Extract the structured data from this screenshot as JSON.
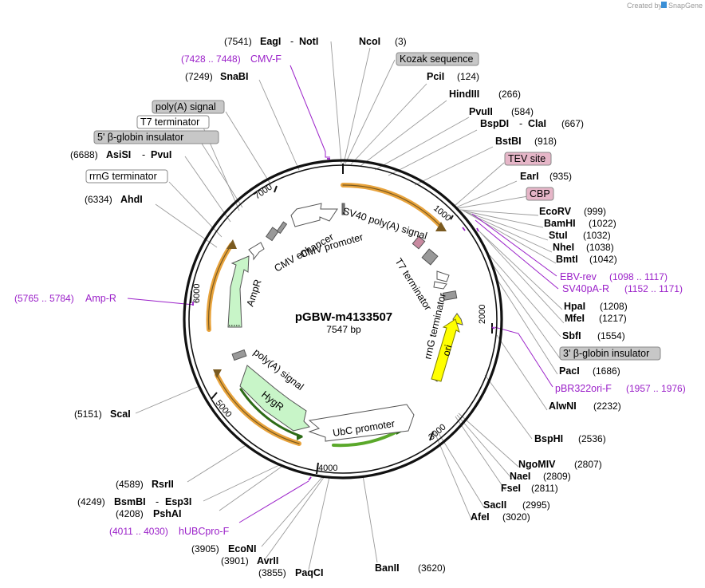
{
  "credit": {
    "prefix": "Created by",
    "brand": "SnapGene"
  },
  "plasmid": {
    "name": "pGBW-m4133507",
    "size": "7547 bp"
  },
  "ticks": [
    "1000",
    "2000",
    "3000",
    "4000",
    "5000",
    "6000",
    "7000"
  ],
  "sites_right": [
    {
      "name": "NcoI",
      "pos": "(3)"
    },
    {
      "name": "PciI",
      "pos": "(124)"
    },
    {
      "name": "HindIII",
      "pos": "(266)"
    },
    {
      "name": "PvuII",
      "pos": "(584)"
    },
    {
      "name": "BspDI",
      "sep": "-",
      "name2": "ClaI",
      "pos": "(667)"
    },
    {
      "name": "BstBI",
      "pos": "(918)"
    },
    {
      "name": "EarI",
      "pos": "(935)"
    },
    {
      "name": "EcoRV",
      "pos": "(999)"
    },
    {
      "name": "BamHI",
      "pos": "(1022)"
    },
    {
      "name": "StuI",
      "pos": "(1032)"
    },
    {
      "name": "NheI",
      "pos": "(1038)"
    },
    {
      "name": "BmtI",
      "pos": "(1042)"
    },
    {
      "name": "HpaI",
      "pos": "(1208)"
    },
    {
      "name": "MfeI",
      "pos": "(1217)"
    },
    {
      "name": "SbfI",
      "pos": "(1554)"
    },
    {
      "name": "PacI",
      "pos": "(1686)"
    },
    {
      "name": "AlwNI",
      "pos": "(2232)"
    },
    {
      "name": "BspHI",
      "pos": "(2536)"
    },
    {
      "name": "NgoMIV",
      "pos": "(2807)"
    },
    {
      "name": "NaeI",
      "pos": "(2809)"
    },
    {
      "name": "FseI",
      "pos": "(2811)"
    },
    {
      "name": "SacII",
      "pos": "(2995)"
    },
    {
      "name": "AfeI",
      "pos": "(3020)"
    },
    {
      "name": "BanII",
      "pos": "(3620)"
    }
  ],
  "sites_left": [
    {
      "name": "EagI",
      "sep": "-",
      "name2": "NotI",
      "pos": "(7541)"
    },
    {
      "name": "SnaBI",
      "pos": "(7249)"
    },
    {
      "name": "AsiSI",
      "sep": "-",
      "name2": "PvuI",
      "pos": "(6688)"
    },
    {
      "name": "AhdI",
      "pos": "(6334)"
    },
    {
      "name": "ScaI",
      "pos": "(5151)"
    },
    {
      "name": "RsrII",
      "pos": "(4589)"
    },
    {
      "name": "BsmBI",
      "sep": "-",
      "name2": "Esp3I",
      "pos": "(4249)"
    },
    {
      "name": "PshAI",
      "pos": "(4208)"
    },
    {
      "name": "EcoNI",
      "pos": "(3905)"
    },
    {
      "name": "AvrII",
      "pos": "(3901)"
    },
    {
      "name": "PaqCI",
      "pos": "(3855)"
    }
  ],
  "primers": [
    {
      "range": "(7428 .. 7448)",
      "name": "CMV-F"
    },
    {
      "range": "(1098 .. 1117)",
      "name": "EBV-rev"
    },
    {
      "range": "(1152 .. 1171)",
      "name": "SV40pA-R"
    },
    {
      "range": "(1957 .. 1976)",
      "name": "pBR322ori-F"
    },
    {
      "range": "(5765 .. 5784)",
      "name": "Amp-R"
    },
    {
      "range": "(4011 .. 4030)",
      "name": "hUBCpro-F"
    }
  ],
  "boxed_features": [
    {
      "label": "Kozak sequence",
      "style": "gray"
    },
    {
      "label": "poly(A) signal",
      "style": "gray"
    },
    {
      "label": "T7 terminator",
      "style": "white"
    },
    {
      "label": "5' β-globin insulator",
      "style": "gray"
    },
    {
      "label": "rrnG terminator",
      "style": "white"
    },
    {
      "label": "TEV site",
      "style": "pink"
    },
    {
      "label": "CBP",
      "style": "pink"
    },
    {
      "label": "3' β-globin insulator",
      "style": "gray"
    }
  ],
  "map_features": [
    "CMV enhancer",
    "CMV promoter",
    "SV40 poly(A) signal",
    "T7 terminator",
    "rrnG terminator",
    "ori",
    "UbC promoter",
    "HygR",
    "poly(A) signal",
    "AmpR"
  ],
  "colors": {
    "primer": "#9b21c9",
    "orf_highlight": "#e8a33c",
    "ori_fill": "#ffff00",
    "resistance_fill": "#c8f5c8",
    "gray_box": "#c7c7c7",
    "pink_box": "#e6b6c8"
  }
}
